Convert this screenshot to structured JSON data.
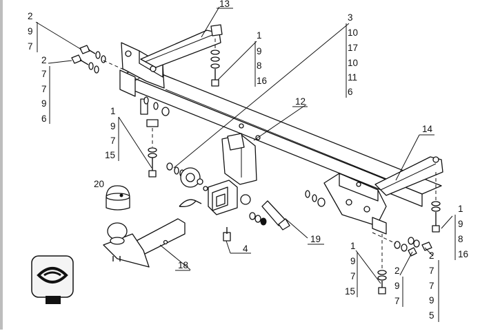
{
  "callouts": [
    {
      "id": "c-top-left",
      "lines": [
        "2",
        "9",
        "7"
      ]
    },
    {
      "id": "c-left-mid",
      "lines": [
        "2",
        "7",
        "7",
        "9",
        "6"
      ]
    },
    {
      "id": "c-13",
      "lines": [
        "13"
      ]
    },
    {
      "id": "c-top-center",
      "lines": [
        "1",
        "9",
        "8",
        "16"
      ]
    },
    {
      "id": "c-top-right",
      "lines": [
        "3",
        "10",
        "17",
        "10",
        "11",
        "6"
      ]
    },
    {
      "id": "c-12",
      "lines": [
        "12"
      ]
    },
    {
      "id": "c-left-bolt",
      "lines": [
        "1",
        "9",
        "7",
        "15"
      ]
    },
    {
      "id": "c-14",
      "lines": [
        "14"
      ]
    },
    {
      "id": "c-20",
      "lines": [
        "20"
      ]
    },
    {
      "id": "c-right-bolt",
      "lines": [
        "1",
        "9",
        "8",
        "16"
      ]
    },
    {
      "id": "c-4",
      "lines": [
        "4"
      ]
    },
    {
      "id": "c-19",
      "lines": [
        "19"
      ]
    },
    {
      "id": "c-18",
      "lines": [
        "18"
      ]
    },
    {
      "id": "c-bottom-bolt",
      "lines": [
        "1",
        "9",
        "7",
        "15"
      ]
    },
    {
      "id": "c-bottom-mid",
      "lines": [
        "2",
        "9",
        "7"
      ]
    },
    {
      "id": "c-bottom-right",
      "lines": [
        "2",
        "7",
        "7",
        "9",
        "5"
      ]
    }
  ]
}
